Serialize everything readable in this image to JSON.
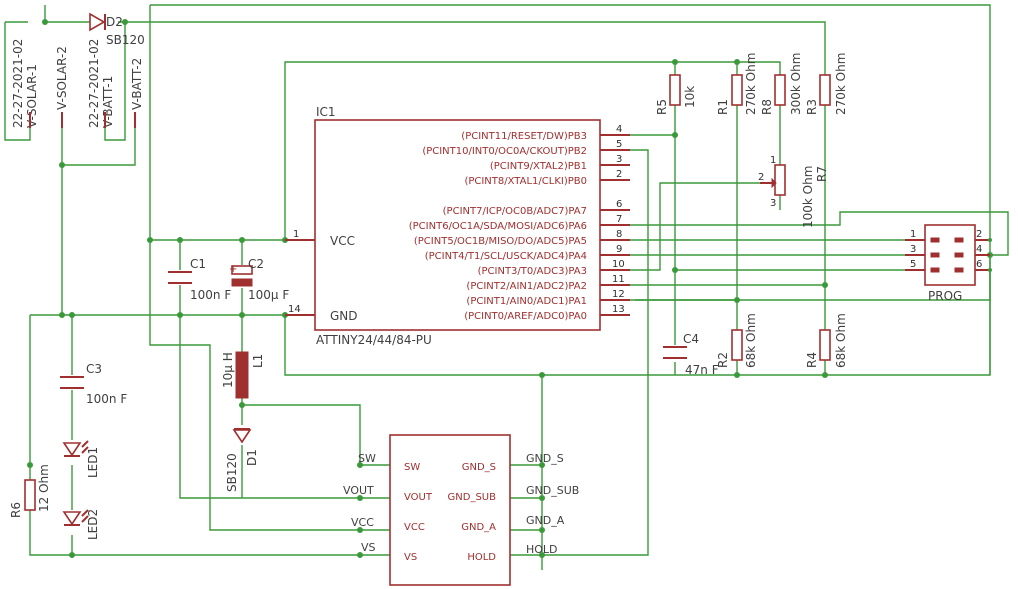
{
  "ic1": {
    "ref": "IC1",
    "type": "ATTINY24/44/84-PU",
    "pins_right": [
      {
        "label": "(PCINT11/RESET/DW)PB3",
        "num": "4"
      },
      {
        "label": "(PCINT10/INT0/OC0A/CKOUT)PB2",
        "num": "5"
      },
      {
        "label": "(PCINT9/XTAL2)PB1",
        "num": "3"
      },
      {
        "label": "(PCINT8/XTAL1/CLKI)PB0",
        "num": "2"
      },
      {
        "label": "(PCINT7/ICP/OC0B/ADC7)PA7",
        "num": "6"
      },
      {
        "label": "(PCINT6/OC1A/SDA/MOSI/ADC6)PA6",
        "num": "7"
      },
      {
        "label": "(PCINT5/OC1B/MISO/DO/ADC5)PA5",
        "num": "8"
      },
      {
        "label": "(PCINT4/T1/SCL/USCK/ADC4)PA4",
        "num": "9"
      },
      {
        "label": "(PCINT3/T0/ADC3)PA3",
        "num": "10"
      },
      {
        "label": "(PCINT2/AIN1/ADC2)PA2",
        "num": "11"
      },
      {
        "label": "(PCINT1/AIN0/ADC1)PA1",
        "num": "12"
      },
      {
        "label": "(PCINT0/AREF/ADC0)PA0",
        "num": "13"
      }
    ],
    "vcc": {
      "label": "VCC",
      "num": "1"
    },
    "gnd": {
      "label": "GND",
      "num": "14"
    }
  },
  "regulator": {
    "left_pins": [
      "SW",
      "VOUT",
      "VCC",
      "VS"
    ],
    "right_pins": [
      "GND_S",
      "GND_SUB",
      "GND_A",
      "HOLD"
    ],
    "left_nets": [
      "SW",
      "VOUT",
      "VCC",
      "VS"
    ],
    "right_nets": [
      "GND_S",
      "GND_SUB",
      "GND_A",
      "HOLD"
    ]
  },
  "connectors": {
    "solar_date": "22-27-2021-02",
    "solar_pins": [
      "V-SOLAR-1",
      "V-SOLAR-2"
    ],
    "batt_date": "22-27-2021-02",
    "batt_pins": [
      "V-BATT-1",
      "V-BATT-2"
    ]
  },
  "parts": {
    "d2": {
      "ref": "D2",
      "value": "SB120"
    },
    "d1": {
      "ref": "D1",
      "value": "SB120"
    },
    "l1": {
      "ref": "L1",
      "value": "10µ H"
    },
    "c1": {
      "ref": "C1",
      "value": "100n F"
    },
    "c2": {
      "ref": "C2",
      "value": "100µ F"
    },
    "c3": {
      "ref": "C3",
      "value": "100n F"
    },
    "c4": {
      "ref": "C4",
      "value": "47n F"
    },
    "r5": {
      "ref": "R5",
      "value": "10k"
    },
    "r1": {
      "ref": "R1",
      "value": "270k Ohm"
    },
    "r8": {
      "ref": "R8",
      "value": "300k Ohm"
    },
    "r3": {
      "ref": "R3",
      "value": "270k Ohm"
    },
    "r7": {
      "ref": "R7",
      "value": "100k Ohm"
    },
    "r2": {
      "ref": "R2",
      "value": "68k Ohm"
    },
    "r4": {
      "ref": "R4",
      "value": "68k Ohm"
    },
    "r6": {
      "ref": "R6",
      "value": "12 Ohm"
    },
    "led1": {
      "ref": "LED1"
    },
    "led2": {
      "ref": "LED2"
    }
  },
  "pot_pins": [
    "1",
    "2",
    "3"
  ],
  "prog": {
    "ref": "PROG",
    "left_pins": [
      "1",
      "3",
      "5"
    ],
    "right_pins": [
      "2",
      "4",
      "6"
    ]
  },
  "colors": {
    "wire": "#3a9a3a",
    "part": "#a03030",
    "text": "#404040"
  }
}
